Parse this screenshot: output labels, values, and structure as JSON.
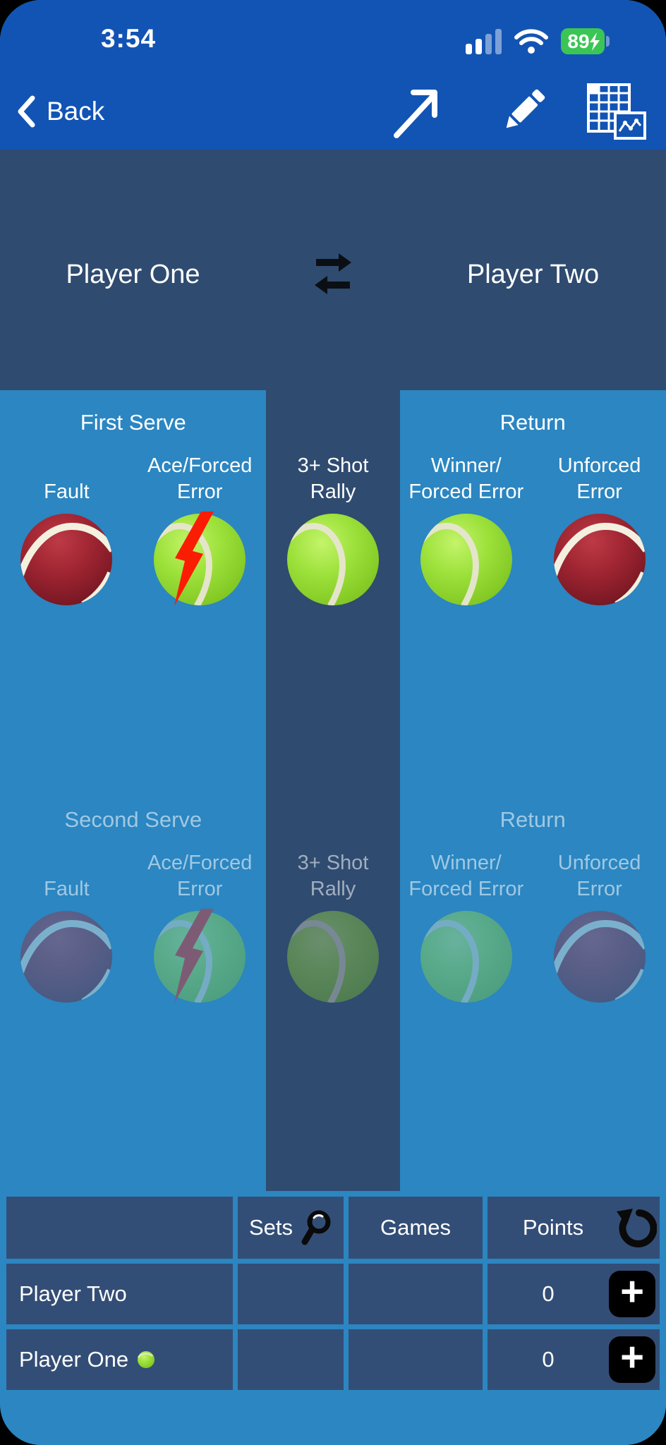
{
  "status_bar": {
    "time": "3:54",
    "battery_percent": "89"
  },
  "nav_bar": {
    "back_label": "Back"
  },
  "match_header": {
    "player_one": "Player One",
    "player_two": "Player Two"
  },
  "first_serve_zone": {
    "serve_title": "First Serve",
    "return_title": "Return",
    "fault_label": "Fault",
    "ace_label": "Ace/Forced\nError",
    "rally_label": "3+ Shot\nRally",
    "winner_label": "Winner/\nForced Error",
    "unforced_label": "Unforced\nError"
  },
  "second_serve_zone": {
    "serve_title": "Second Serve",
    "return_title": "Return",
    "fault_label": "Fault",
    "ace_label": "Ace/Forced\nError",
    "rally_label": "3+ Shot\nRally",
    "winner_label": "Winner/\nForced Error",
    "unforced_label": "Unforced\nError"
  },
  "scoreboard": {
    "sets_header": "Sets",
    "games_header": "Games",
    "points_header": "Points",
    "add_button_label": "+",
    "rows": [
      {
        "name": "Player Two",
        "sets": "",
        "games": "",
        "points": "0"
      },
      {
        "name": "Player One",
        "sets": "",
        "games": "",
        "points": "0"
      }
    ]
  },
  "colors": {
    "nav_bar_blue": "#1254b4",
    "panel_blue": "#2b86c1",
    "header_navy": "#2f4b70",
    "table_cell_navy": "#334e76",
    "battery_green": "#3bc554",
    "lightning_red": "#fb1c04",
    "ball_green": "#9de13b",
    "ball_red": "#a02532"
  }
}
